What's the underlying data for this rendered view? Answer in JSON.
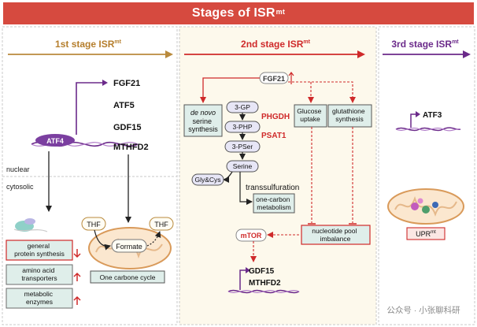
{
  "header": {
    "title": "Stages of ISR",
    "title_sup": "mt"
  },
  "stages": {
    "first": {
      "label": "1st stage ISR",
      "sup": "mt"
    },
    "second": {
      "label": "2nd stage ISR",
      "sup": "mt"
    },
    "third": {
      "label": "3rd stage ISR",
      "sup": "mt"
    }
  },
  "stage1": {
    "genes": [
      "FGF21",
      "ATF5",
      "GDF15",
      "MTHFD2"
    ],
    "tf": "ATF4",
    "nuclear": "nuclear",
    "cytosolic": "cytosolic",
    "outcomes": [
      "general  protein synthesis",
      "amino acid transporters",
      "metabolic enzymes"
    ],
    "thf_left": "THF",
    "thf_right": "THF",
    "formate": "Formate",
    "cycle_label": "One carbone cycle"
  },
  "stage2": {
    "fgf21": "FGF21",
    "de_novo": "de novo",
    "serine_synthesis": "serine synthesis",
    "metabolites": [
      "3-GP",
      "3-PHP",
      "3-PSer",
      "Serine"
    ],
    "enzymes": [
      "PHGDH",
      "PSAT1"
    ],
    "gly_cys": "Gly&Cys",
    "transsulfuration": "transsulfuration",
    "one_carbon": "one-carbon metabolism",
    "glucose_uptake": "Glucose uptake",
    "glutathione": "glutathione synthesis",
    "mtor": "mTOR",
    "nucleotide": "nucleotide pool imbalance",
    "genes_bottom": [
      "GDF15",
      "MTHFD2"
    ]
  },
  "stage3": {
    "gene": "ATF3",
    "upr": "UPR",
    "upr_sup": "mt"
  },
  "watermark": "公众号 · 小张聊科研",
  "colors": {
    "header": "#d64a3f",
    "red": "#cf2a2a",
    "purple": "#6b2a8a",
    "arrow_gold": "#b98a3c",
    "box_fill": "#dfeeea",
    "panel": "#fdf9ec"
  }
}
